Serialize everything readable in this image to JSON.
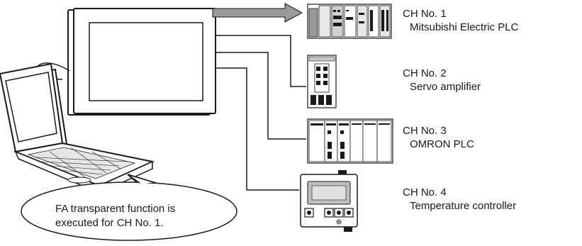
{
  "channels": [
    {
      "number": "CH No. 1",
      "device": "Mitsubishi Electric PLC"
    },
    {
      "number": "CH No. 2",
      "device": "Servo amplifier"
    },
    {
      "number": "CH No. 3",
      "device": "OMRON PLC"
    },
    {
      "number": "CH No. 4",
      "device": "Temperature controller"
    }
  ],
  "callout": {
    "line1": "FA transparent function is",
    "line2": "executed for CH No. 1."
  },
  "colors": {
    "line": "#1a1a1a",
    "arrow_fill": "#9a9a9a",
    "device_gray": "#c8c8c8",
    "screen_gray": "#bfbfbf"
  }
}
